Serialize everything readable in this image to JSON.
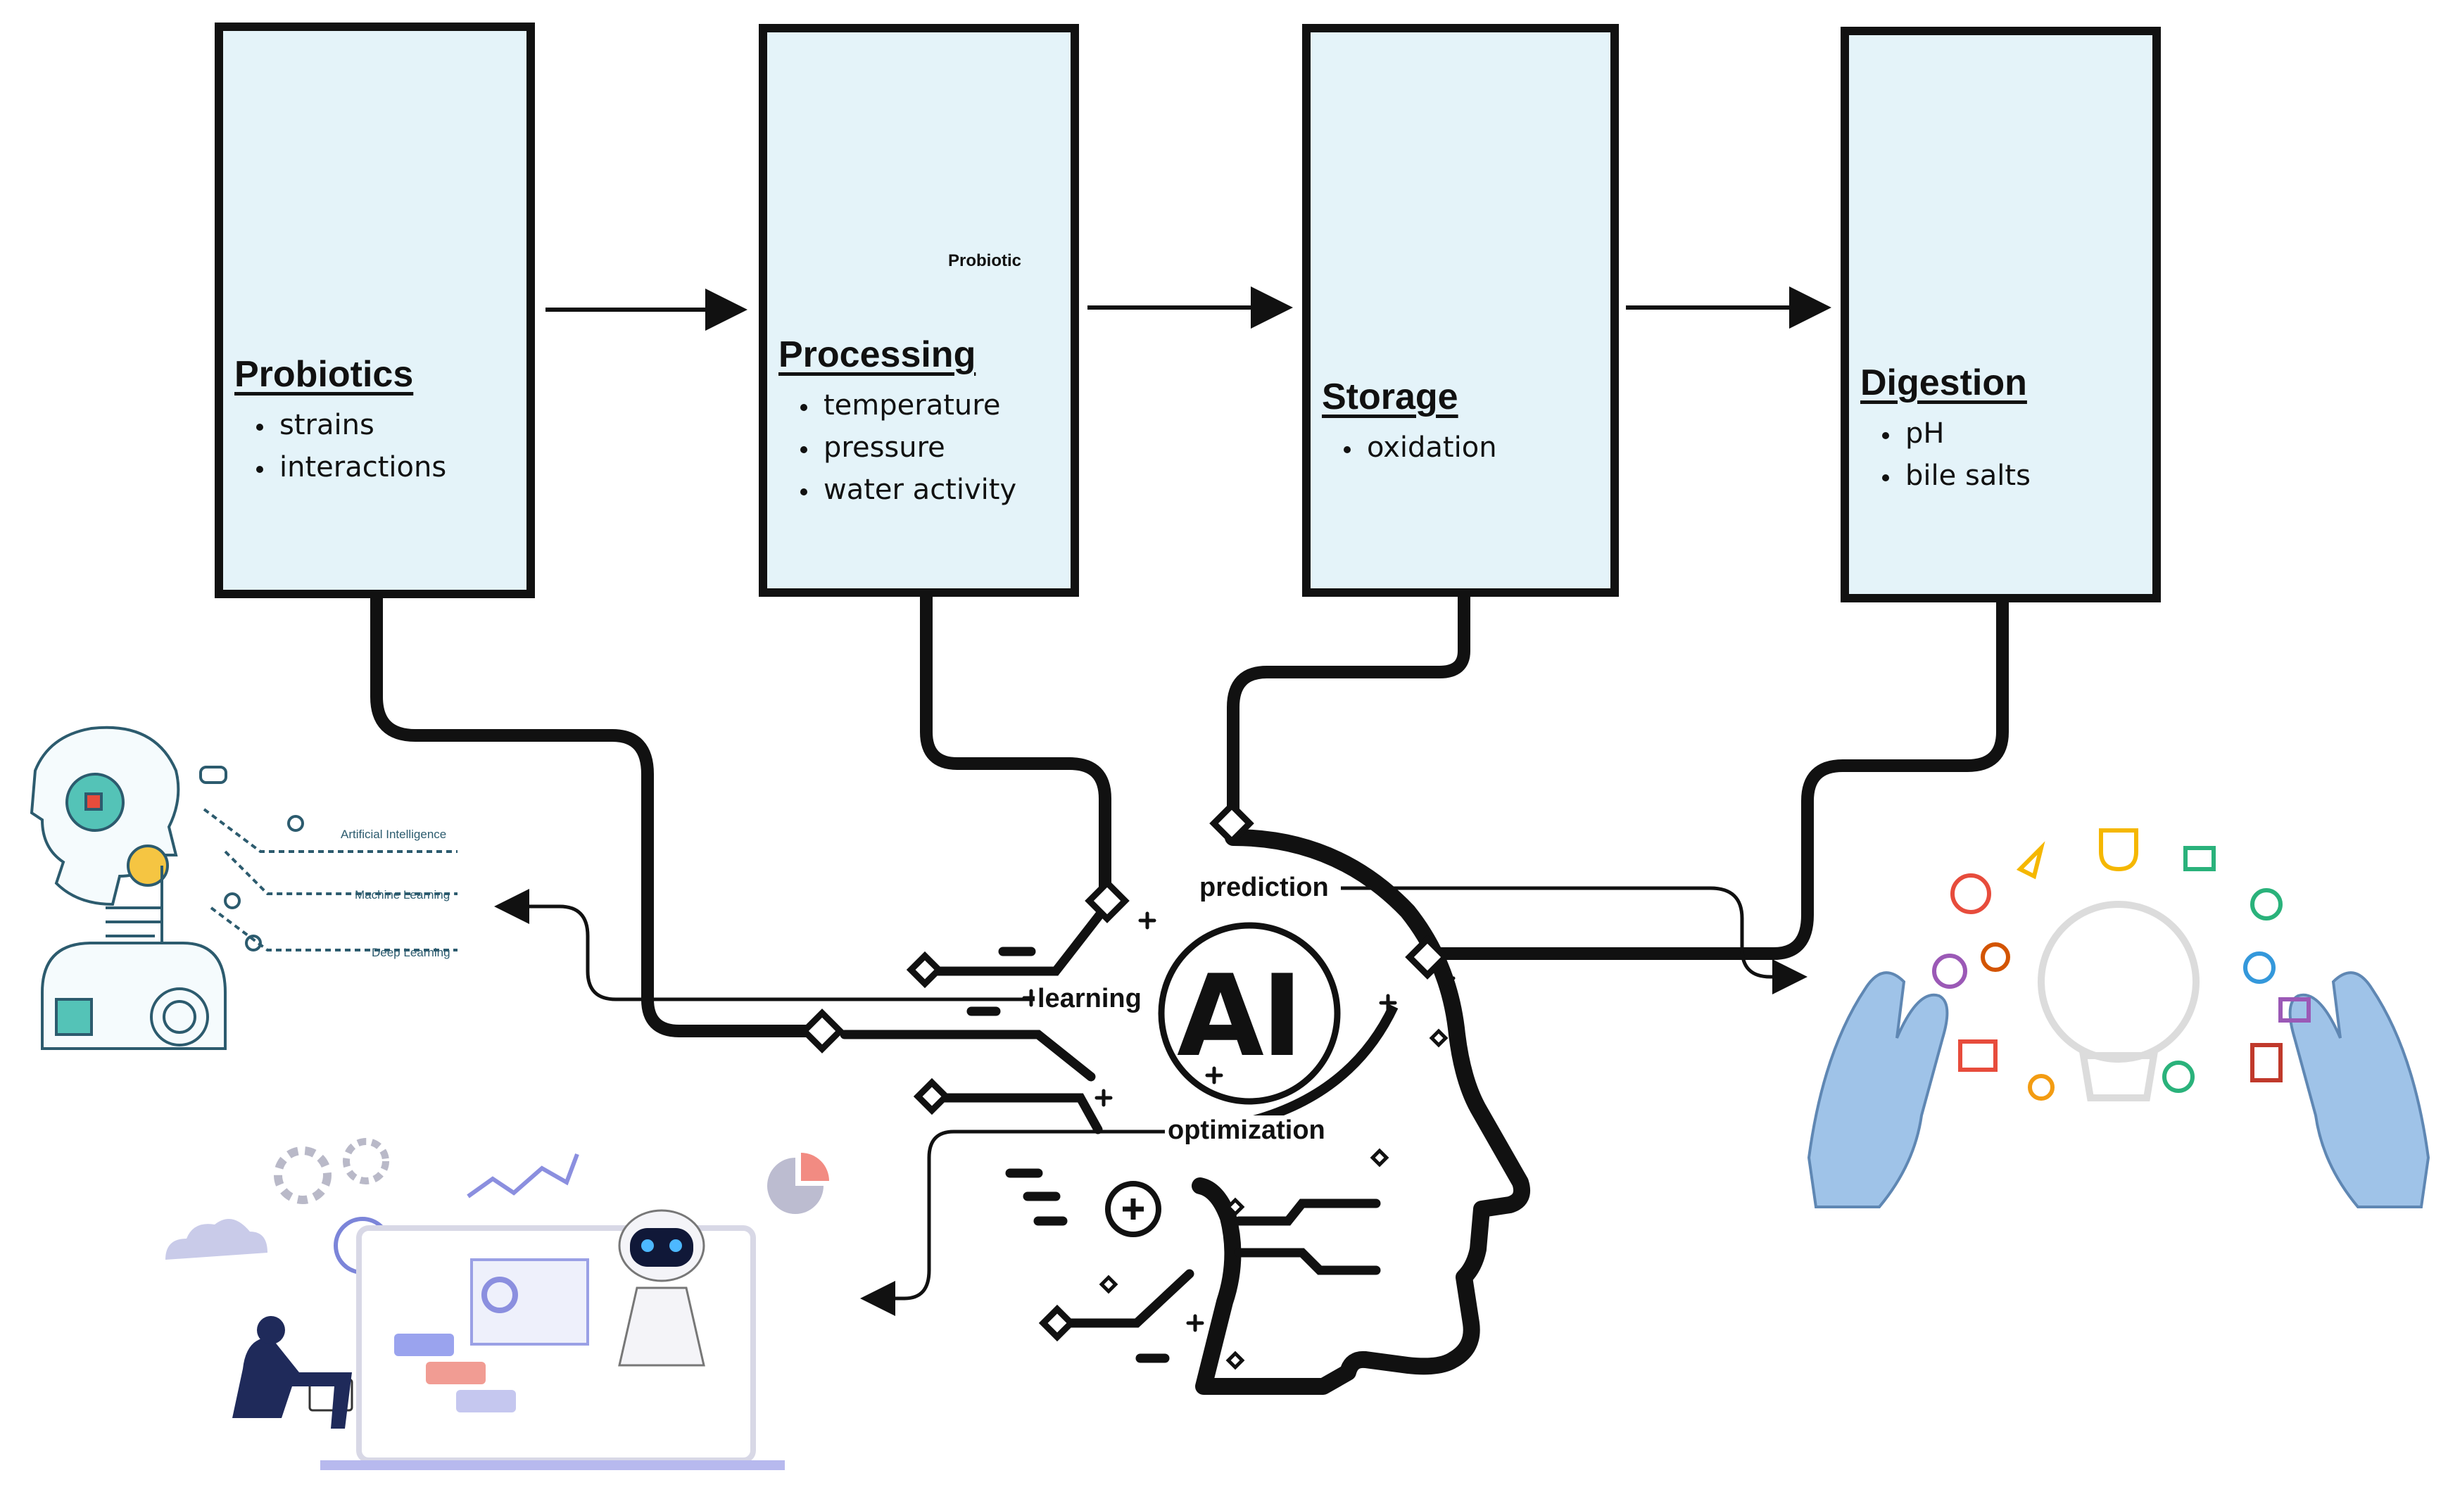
{
  "stages": [
    {
      "title": "Probiotics",
      "items": [
        "strains",
        "interactions"
      ]
    },
    {
      "title": "Processing",
      "items": [
        "temperature",
        "pressure",
        "water activity"
      ]
    },
    {
      "title": "Storage",
      "items": [
        "oxidation"
      ]
    },
    {
      "title": "Digestion",
      "items": [
        "pH",
        "bile salts"
      ]
    }
  ],
  "ai_hub": {
    "center_text": "AI",
    "outputs": {
      "prediction": "prediction",
      "learning": "learning",
      "optimization": "optimization"
    }
  },
  "icons": {
    "processing_can_label": "Probiotic",
    "ai_diagram": {
      "line1": "Artificial Intelligence",
      "line2": "Machine Learning",
      "line3": "Deep Learning"
    }
  },
  "colors": {
    "box_fill": "#e4f3f9",
    "box_border": "#111111",
    "body_silhouette": "#9c5a55",
    "shelf_blue": "#4a8fd6",
    "robot_hand": "#9fc3e8"
  }
}
